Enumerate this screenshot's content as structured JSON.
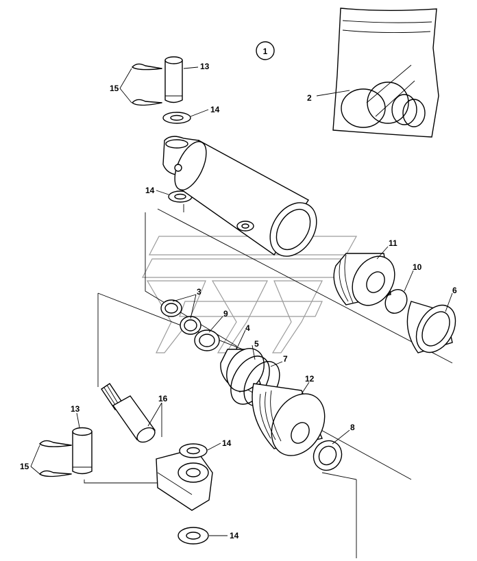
{
  "diagram": {
    "assembly_number": "1",
    "callouts": {
      "c2": "2",
      "c3": "3",
      "c4": "4",
      "c5": "5",
      "c6": "6",
      "c7": "7",
      "c8": "8",
      "c9": "9",
      "c10": "10",
      "c11": "11",
      "c12": "12",
      "c13_top": "13",
      "c13_bottom": "13",
      "c14_top_a": "14",
      "c14_top_b": "14",
      "c14_bottom_a": "14",
      "c14_bottom_b": "14",
      "c15_top": "15",
      "c15_bottom": "15",
      "c16": "16"
    }
  }
}
